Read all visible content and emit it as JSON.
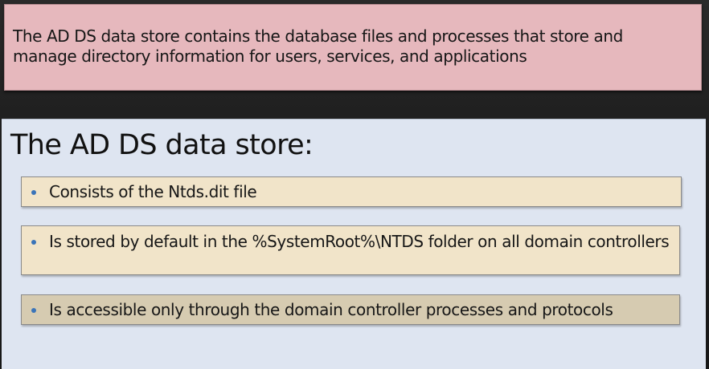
{
  "banner": {
    "text": "The AD DS data store contains the database files and processes that store and manage directory information for users, services, and applications"
  },
  "panel": {
    "title": "The AD DS data store:",
    "bullets": [
      "Consists of the Ntds.dit file",
      "Is stored by default in the %SystemRoot%\\NTDS folder on all domain controllers",
      "Is accessible only through the domain controller processes and protocols"
    ]
  },
  "colors": {
    "banner_bg": "#e6b8bd",
    "panel_bg": "#dee5f1",
    "bullet_box_bg": "#f1e4c9",
    "bullet_box_highlight_bg": "#d6cbb1",
    "bullet_dot": "#3a74b9"
  }
}
